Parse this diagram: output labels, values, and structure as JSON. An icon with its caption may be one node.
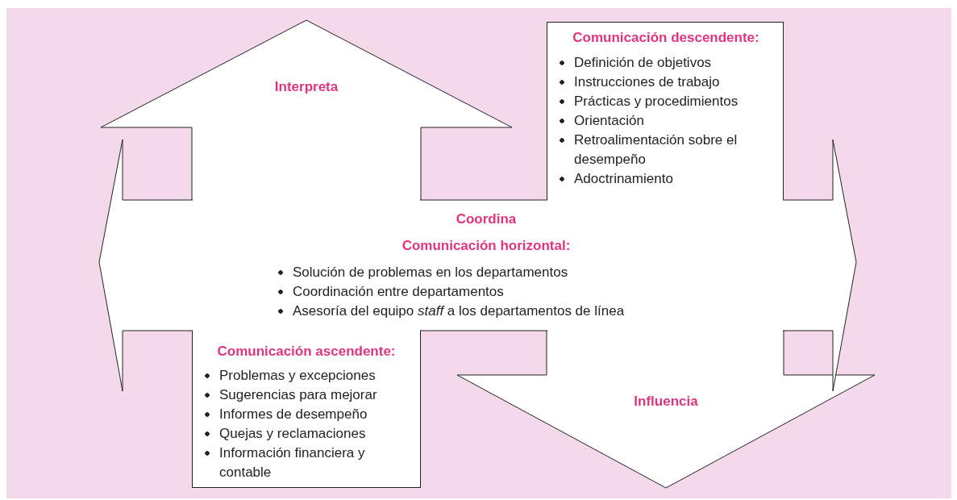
{
  "diagram": {
    "nodes": [
      {
        "text": [
          "Interpreta"
        ]
      },
      {
        "text": [
          "Comunicación descendente:",
          "Definición de objetivos",
          "Instrucciones de trabajo",
          "Prácticas y procedimientos",
          "Orientación",
          "Retroalimentación sobre el desempeño",
          "Adoctrinamiento"
        ]
      },
      {
        "text": [
          "Coordina",
          "Comunicación horizontal:",
          "Solución de problemas en los departamentos",
          "Coordinación entre departamentos",
          "Asesoría del equipo *staff* a los departamentos de línea"
        ]
      },
      {
        "text": [
          "Comunicación ascendente:",
          "Problemas y excepciones",
          "Sugerencias para mejorar",
          "Informes de desempeño",
          "Quejas y reclamaciones",
          "Información financiera y contable"
        ]
      },
      {
        "text": [
          "Influencia"
        ]
      }
    ]
  }
}
